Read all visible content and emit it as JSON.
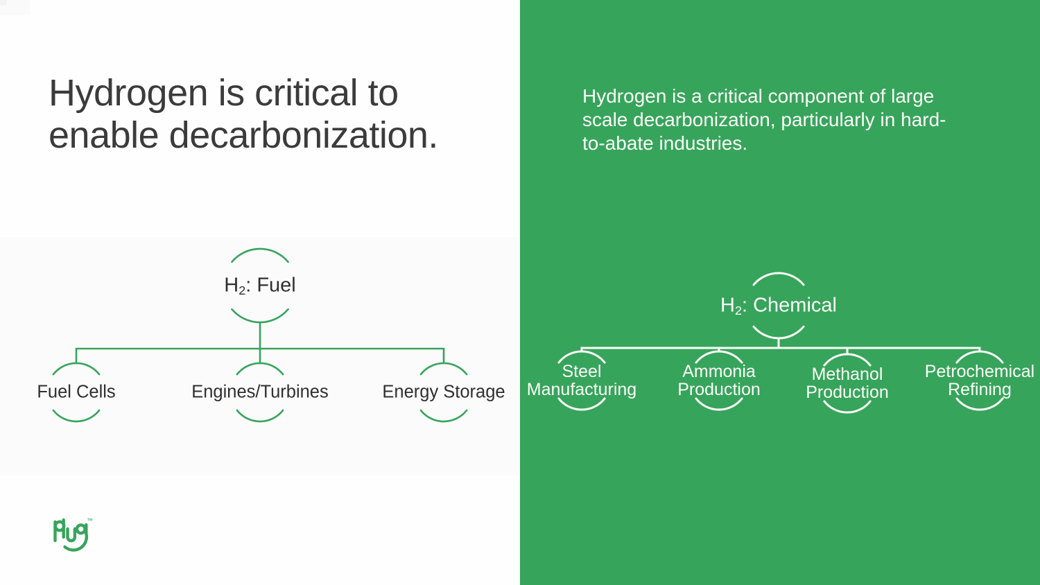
{
  "colors": {
    "green": "#37a45c",
    "title_text": "#3b3b3b",
    "node_text": "#2f2f2f",
    "light_text": "#fbfdf7",
    "left_bg": "#fefefe",
    "band": "#fbfbfc"
  },
  "slide": {
    "left": {
      "title_lines": [
        "Hydrogen is critical to",
        "enable decarbonization."
      ],
      "tree": {
        "root": {
          "base": "H",
          "sub": "2",
          "rest": ": Fuel"
        },
        "children": [
          "Fuel Cells",
          "Engines/Turbines",
          "Energy Storage"
        ]
      },
      "logo": {
        "word": "plug",
        "tm": "™"
      }
    },
    "right": {
      "subtitle_lines": [
        "Hydrogen is a critical component of large",
        "scale decarbonization, particularly in hard-",
        "to-abate industries."
      ],
      "tree": {
        "root": {
          "base": "H",
          "sub": "2",
          "rest": ": Chemical"
        },
        "children": [
          {
            "line1": "Steel",
            "line2": "Manufacturing"
          },
          {
            "line1": "Ammonia",
            "line2": "Production"
          },
          {
            "line1": "Methanol",
            "line2": "Production"
          },
          {
            "line1": "Petrochemical",
            "line2": "Refining"
          }
        ]
      }
    }
  }
}
